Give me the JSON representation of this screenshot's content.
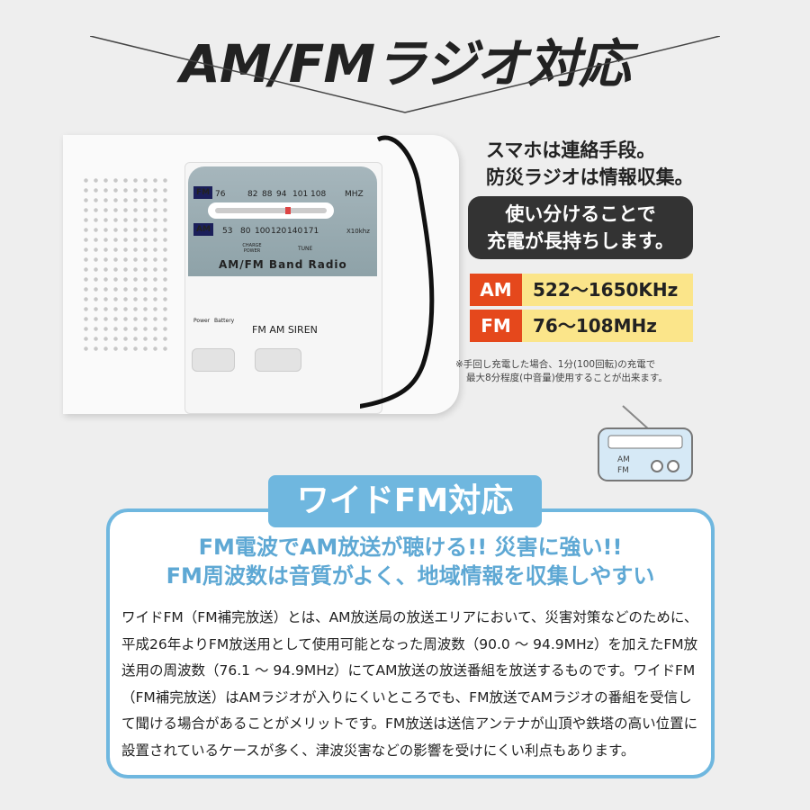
{
  "title": "AM/FMラジオ対応",
  "radio": {
    "fm_badge": "FM",
    "am_badge": "AM",
    "fm_scale": [
      "76",
      "82",
      "88",
      "94",
      "101",
      "108"
    ],
    "fm_unit": "MHZ",
    "am_scale": [
      "53",
      "80",
      "100",
      "120",
      "140",
      "171"
    ],
    "am_unit": "X10khz",
    "charge_power": "CHARGE POWER",
    "tune": "TUNE",
    "brand": "AM/FM Band Radio",
    "power_label": "Power",
    "battery_label": "Battery",
    "mode_labels": "FM  AM  SIREN"
  },
  "right": {
    "headline_1": "スマホは連絡手段。",
    "headline_2": "防災ラジオは情報収集。",
    "pill_1": "使い分けることで",
    "pill_2": "充電が長持ちします。",
    "bands": [
      {
        "key": "AM",
        "value": "522〜1650KHz"
      },
      {
        "key": "FM",
        "value": "76〜108MHz"
      }
    ],
    "note_1": "※手回し充電した場合、1分(100回転)の充電で",
    "note_2": "最大8分程度(中音量)使用することが出来ます。",
    "icon_am": "AM",
    "icon_fm": "FM"
  },
  "wide": {
    "label": "ワイドFM対応",
    "head_1": "FM電波でAM放送が聴ける!! 災害に強い!!",
    "head_2": "FM周波数は音質がよく、地域情報を収集しやすい",
    "body": "ワイドFM（FM補完放送）とは、AM放送局の放送エリアにおいて、災害対策などのために、平成26年よりFM放送用として使用可能となった周波数（90.0 〜 94.9MHz）を加えたFM放送用の周波数（76.1 〜 94.9MHz）にてAM放送の放送番組を放送するものです。ワイドFM（FM補完放送）はAMラジオが入りにくいところでも、FM放送でAMラジオの番組を受信して聞ける場合があることがメリットです。FM放送は送信アンテナが山頂や鉄塔の高い位置に設置されているケースが多く、津波災害などの影響を受けにくい利点もあります。"
  },
  "colors": {
    "accent_blue": "#6fb7df",
    "am_red": "#e5481c",
    "value_yellow": "#fbe58a"
  }
}
